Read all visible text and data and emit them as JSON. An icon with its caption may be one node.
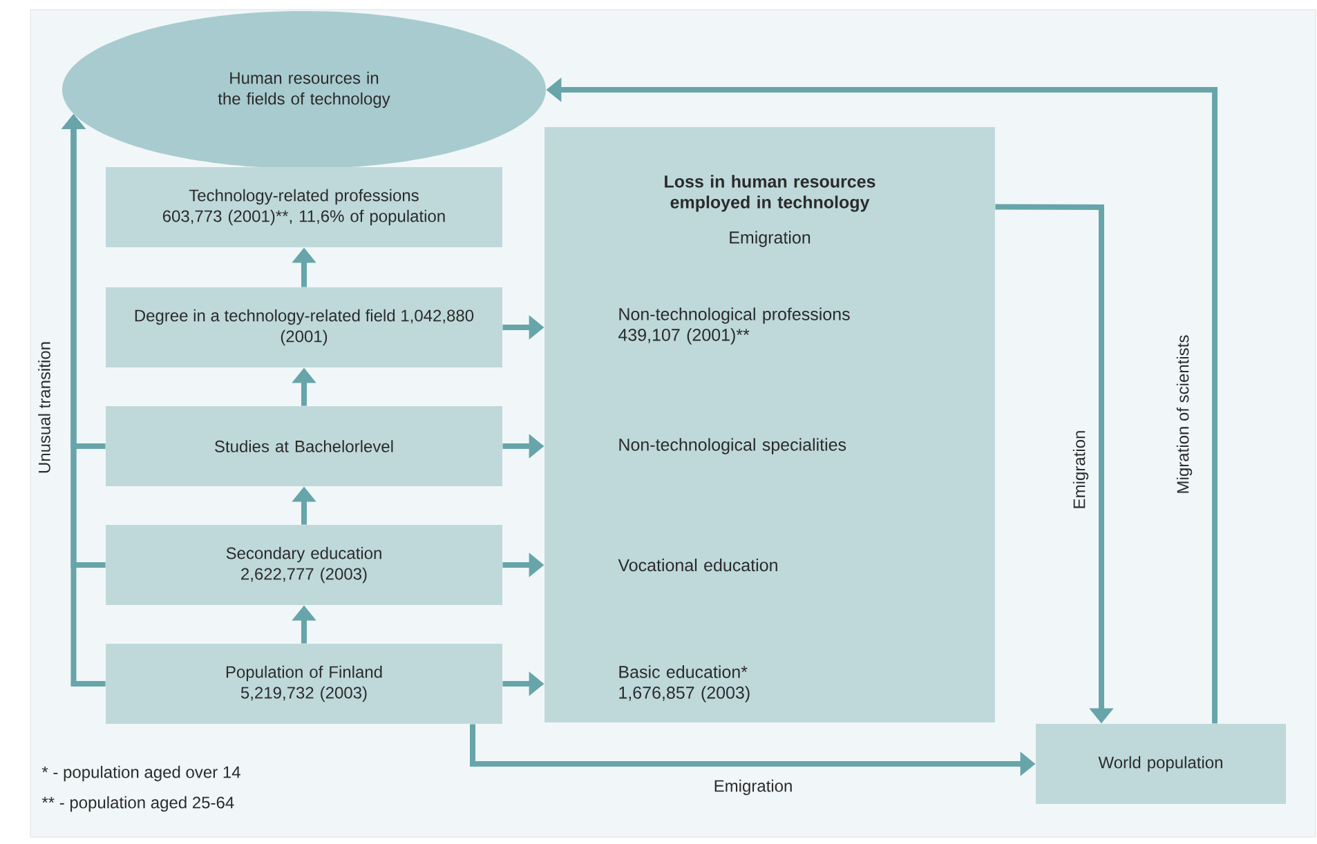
{
  "diagram": {
    "nodes": [
      {
        "text": [
          "Human resources in the fields of technology"
        ]
      },
      {
        "text": [
          "Technology-related professions 603,773 (2001)**, 11,6% of population"
        ]
      },
      {
        "text": [
          "Degree in a technology-related field 1,042,880  (2001)"
        ]
      },
      {
        "text": [
          "Studies at Bachelorlevel"
        ]
      },
      {
        "text": [
          "Secondary education 2,622,777  (2003)"
        ]
      },
      {
        "text": [
          "Population of Finland 5,219,732 (2003)"
        ]
      },
      {
        "text": [
          "Loss in human resources employed in technology",
          "Emigration",
          "Non-technological professions 439,107 (2001)**",
          "Non-technological specialities",
          "Vocational education",
          "Basic education* 1,676,857 (2003)"
        ]
      },
      {
        "text": [
          "World population"
        ]
      }
    ],
    "edges": [
      {
        "from": 5,
        "to": 4,
        "arrow": "to"
      },
      {
        "from": 4,
        "to": 3,
        "arrow": "to"
      },
      {
        "from": 3,
        "to": 2,
        "arrow": "to"
      },
      {
        "from": 2,
        "to": 1,
        "arrow": "to"
      },
      {
        "from": 5,
        "to": 0,
        "arrow": "to",
        "label": "Unusual transition"
      },
      {
        "from": 4,
        "to": 0,
        "arrow": "to"
      },
      {
        "from": 3,
        "to": 0,
        "arrow": "to"
      },
      {
        "from": 2,
        "to": 6,
        "arrow": "to"
      },
      {
        "from": 3,
        "to": 6,
        "arrow": "to"
      },
      {
        "from": 4,
        "to": 6,
        "arrow": "to"
      },
      {
        "from": 5,
        "to": 6,
        "arrow": "to"
      },
      {
        "from": 6,
        "to": 7,
        "arrow": "to",
        "label": "Emigration"
      },
      {
        "from": 7,
        "to": 0,
        "arrow": "to",
        "label": "Migration of scientists"
      },
      {
        "from": 5,
        "to": 7,
        "arrow": "to",
        "label": "Emigration"
      }
    ],
    "labels": [
      "* - population aged over 14",
      "** - population aged 25-64"
    ]
  }
}
